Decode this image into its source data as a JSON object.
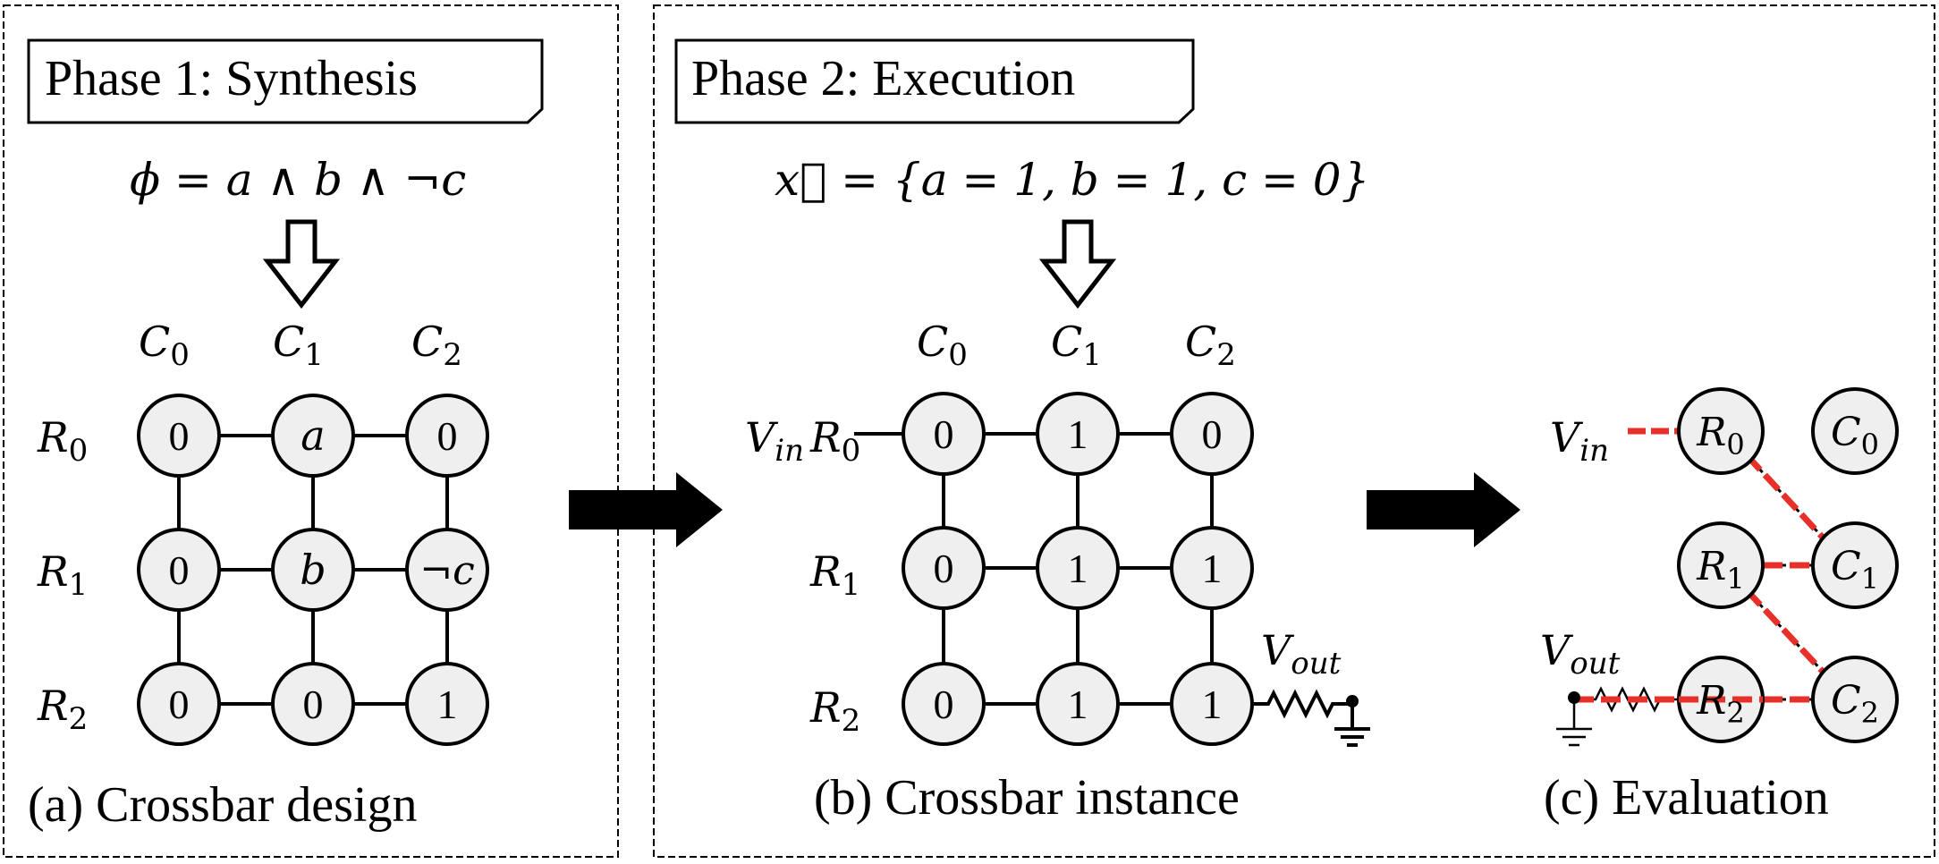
{
  "phase1": {
    "title": "Phase 1: Synthesis",
    "formula": "ϕ = a ∧ b ∧ ¬c",
    "caption": "(a) Crossbar design",
    "column_labels": [
      "C",
      "C",
      "C"
    ],
    "column_subs": [
      "0",
      "1",
      "2"
    ],
    "row_labels": [
      "R",
      "R",
      "R"
    ],
    "row_subs": [
      "0",
      "1",
      "2"
    ],
    "cells": [
      [
        "0",
        "a",
        "0"
      ],
      [
        "0",
        "b",
        "¬c"
      ],
      [
        "0",
        "0",
        "1"
      ]
    ]
  },
  "phase2": {
    "title": "Phase 2: Execution",
    "assignment": "x⃗ = {a = 1, b = 1, c = 0}",
    "caption_b": "(b) Crossbar instance",
    "caption_c": "(c) Evaluation",
    "column_labels": [
      "C",
      "C",
      "C"
    ],
    "column_subs": [
      "0",
      "1",
      "2"
    ],
    "row_labels": [
      "R",
      "R",
      "R"
    ],
    "row_subs": [
      "0",
      "1",
      "2"
    ],
    "cells": [
      [
        "0",
        "1",
        "0"
      ],
      [
        "0",
        "1",
        "1"
      ],
      [
        "0",
        "1",
        "1"
      ]
    ],
    "vin": "V",
    "vin_sub": "in",
    "vout": "V",
    "vout_sub": "out"
  },
  "evaluation": {
    "nodes": [
      {
        "label": "R",
        "sub": "0"
      },
      {
        "label": "C",
        "sub": "0"
      },
      {
        "label": "R",
        "sub": "1"
      },
      {
        "label": "C",
        "sub": "1"
      },
      {
        "label": "R",
        "sub": "2"
      },
      {
        "label": "C",
        "sub": "2"
      }
    ],
    "vin": "V",
    "vin_sub": "in",
    "vout": "V",
    "vout_sub": "out",
    "path_color": "#e8302a"
  }
}
